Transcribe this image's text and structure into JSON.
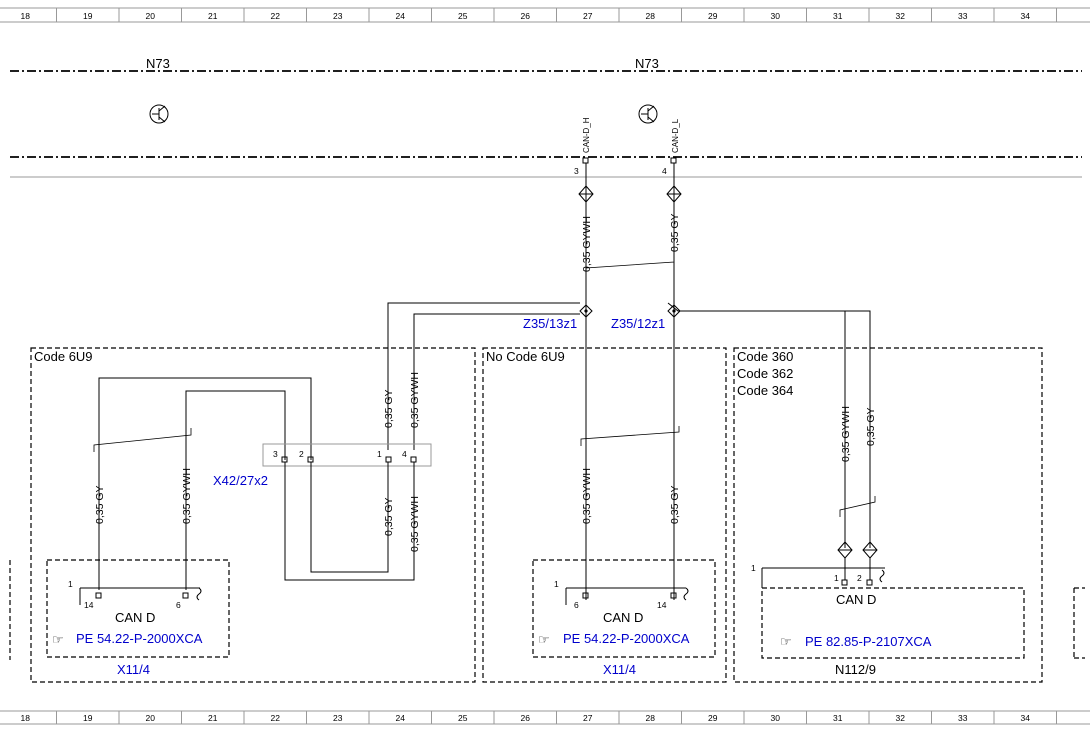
{
  "ruler": [
    "18",
    "19",
    "20",
    "21",
    "22",
    "23",
    "24",
    "25",
    "26",
    "27",
    "28",
    "29",
    "30",
    "31",
    "32",
    "33",
    "34"
  ],
  "components": {
    "n73_left": "N73",
    "n73_right": "N73",
    "z35_13z1": "Z35/13z1",
    "z35_12z1": "Z35/12z1",
    "x42": "X42/27x2",
    "x11_left": "X11/4",
    "x11_mid": "X11/4",
    "n112": "N112/9"
  },
  "signals": {
    "can_h": "CAN-D_H",
    "can_l": "CAN-D_L"
  },
  "zones": {
    "code_6u9": "Code 6U9",
    "no_code_6u9": "No  Code 6U9",
    "code_360": "Code 360",
    "code_362": "Code 362",
    "code_364": "Code 364"
  },
  "wires": {
    "gy": "0,35 GY",
    "gywh": "0,35 GYWH"
  },
  "pins": {
    "n73_3": "3",
    "n73_4": "4",
    "x42_3": "3",
    "x42_2": "2",
    "x42_1": "1",
    "x42_4": "4",
    "left_1": "1",
    "left_14": "14",
    "left_6": "6",
    "mid_1": "1",
    "mid_6": "6",
    "mid_14": "14",
    "right_1": "1",
    "right_p1": "1",
    "right_p2": "2"
  },
  "connectors": {
    "can_d": "CAN D"
  },
  "refs": {
    "left": "PE 54.22-P-2000XCA",
    "mid": "PE 54.22-P-2000XCA",
    "right": "PE 82.85-P-2107XCA"
  },
  "colors": {
    "link": "#0000cc",
    "line": "#000000"
  },
  "icons": {
    "ground": "ground-symbol-icon",
    "splice": "splice-diamond-icon",
    "connector": "wire-connector-icon",
    "ref": "pointing-hand-icon"
  }
}
